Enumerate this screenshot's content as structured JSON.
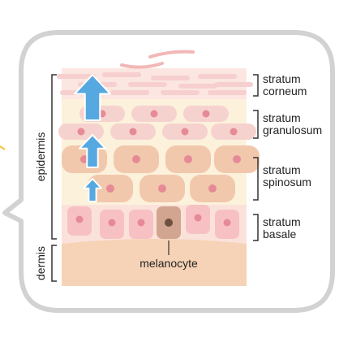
{
  "labels": {
    "epidermis": "epidermis",
    "dermis": "dermis",
    "melanocyte": "melanocyte",
    "layers": [
      {
        "line1": "stratum",
        "line2": "corneum"
      },
      {
        "line1": "stratum",
        "line2": "granulosum"
      },
      {
        "line1": "stratum",
        "line2": "spinosum"
      },
      {
        "line1": "stratum",
        "line2": "basale"
      }
    ]
  },
  "colors": {
    "frame": "#d2d2d2",
    "arrow": "#55a8e0",
    "arrow_stroke": "#ffffff",
    "corneum": "#f7cfcf",
    "corneum_bg": "#fbe6e1",
    "granulosum_cell": "#f6d2cf",
    "spinosum_cell": "#f2c8ad",
    "layer_bg": "#fcf1db",
    "basale_cell": "#f7c1c4",
    "basale_bg": "#fae2da",
    "nucleus": "#e68a95",
    "melanocyte": "#d2a590",
    "melanocyte_nucleus": "#6e5040",
    "dermis": "#f6d3b6",
    "accent_tick": "#f3c53a"
  }
}
